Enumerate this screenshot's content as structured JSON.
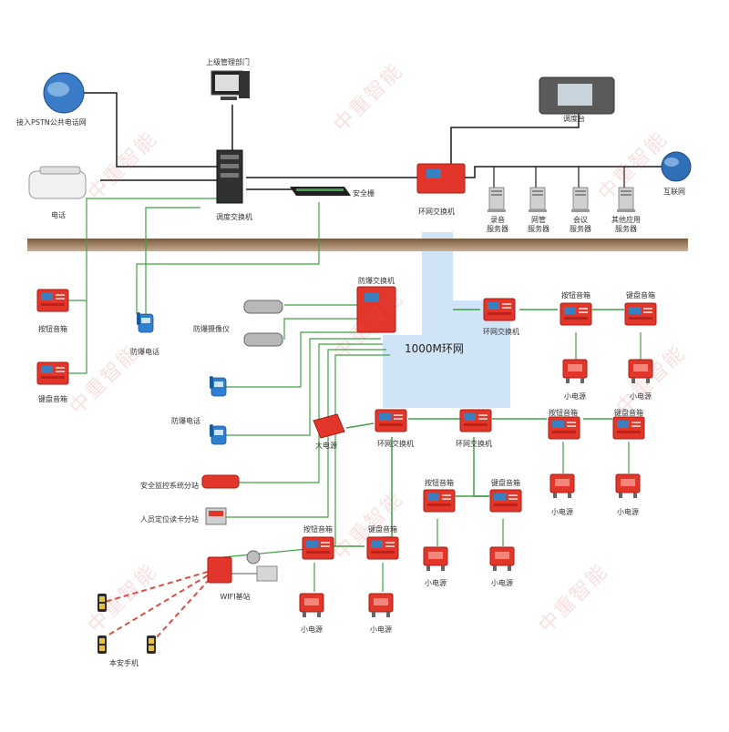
{
  "watermark": "中重智能",
  "ring_label": "1000M环网",
  "labels": {
    "pstn": "接入PSTN公共电话网",
    "superior": "上级管理部门",
    "phone": "电话",
    "dispatch_switch": "调度交换机",
    "gateway": "安全栅",
    "console": "调度台",
    "internet": "互联网",
    "top_ring_switch": "环网交换机",
    "server_record": [
      "录音",
      "服务器"
    ],
    "server_netmgmt": [
      "网管",
      "服务器"
    ],
    "server_meeting": [
      "会议",
      "服务器"
    ],
    "server_other": [
      "其他应用",
      "服务器"
    ],
    "explosion_switch": "防爆交换机",
    "explosion_camera": "防爆摄像仪",
    "explosion_phone_1": "防爆电话",
    "explosion_phone_2": "防爆电话",
    "button_speaker": "按钮音箱",
    "keyboard_speaker": "键盘音箱",
    "ring_switch": "环网交换机",
    "small_power": "小电源",
    "big_power": "大电源",
    "safety_monitor": "安全监控系统分站",
    "personnel_locate": "人员定位读卡分站",
    "wifi_station": "WIFI基站",
    "safe_mobile": "本安手机"
  }
}
